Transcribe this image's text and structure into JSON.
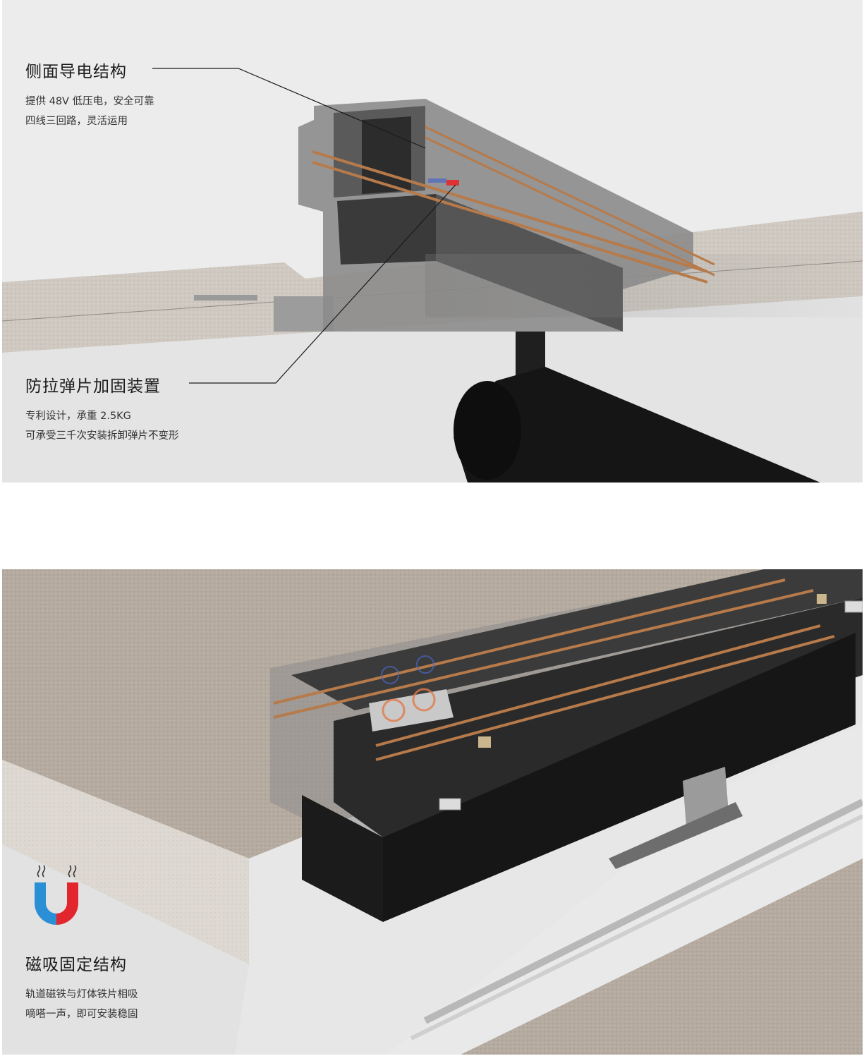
{
  "section_top": {
    "feature_1": {
      "title": "侧面导电结构",
      "lines": [
        "提供 48V 低压电，安全可靠",
        "四线三回路，灵活运用"
      ]
    },
    "feature_2": {
      "title": "防拉弹片加固装置",
      "lines": [
        "专利设计，承重 2.5KG",
        "可承受三千次安装拆卸弹片不变形"
      ]
    }
  },
  "section_bottom": {
    "feature_3": {
      "icon": "magnet-icon",
      "title": "磁吸固定结构",
      "lines": [
        "轨道磁铁与灯体铁片相吸",
        "嘀嗒一声，即可安装稳固"
      ]
    }
  },
  "colors": {
    "magnet_red": "#e3262e",
    "magnet_blue": "#2b8fd6",
    "copper": "#b77a4a",
    "rail_dark": "#2a2a2a"
  }
}
